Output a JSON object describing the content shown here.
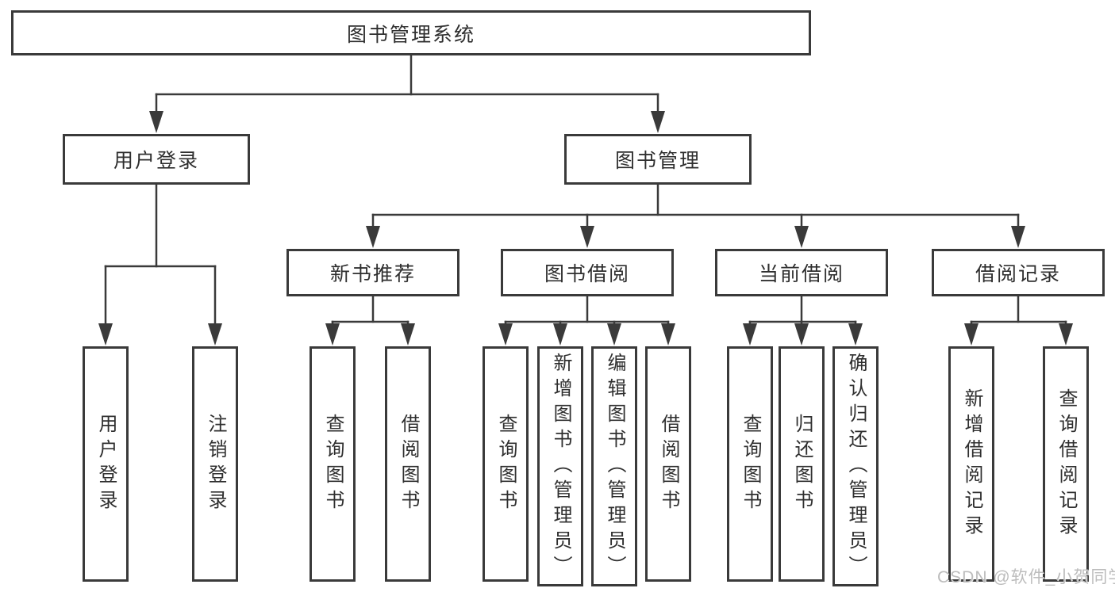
{
  "root": {
    "label": "图书管理系统"
  },
  "branches": {
    "user_login": {
      "label": "用户登录",
      "children": {
        "login": {
          "label": "用户登录"
        },
        "logout": {
          "label": "注销登录"
        }
      }
    },
    "book_management": {
      "label": "图书管理",
      "sections": {
        "new_book_recommend": {
          "label": "新书推荐",
          "children": {
            "query_books": {
              "label": "查询图书"
            },
            "borrow_books": {
              "label": "借阅图书"
            }
          }
        },
        "book_borrowing": {
          "label": "图书借阅",
          "children": {
            "query_books": {
              "label": "查询图书"
            },
            "add_books_admin": {
              "label": "新增图书（管理员）"
            },
            "edit_books_admin": {
              "label": "编辑图书（管理员）"
            },
            "borrow_books": {
              "label": "借阅图书"
            }
          }
        },
        "current_borrowing": {
          "label": "当前借阅",
          "children": {
            "query_books": {
              "label": "查询图书"
            },
            "return_books": {
              "label": "归还图书"
            },
            "confirm_return_admin": {
              "label": "确认归还（管理员）"
            }
          }
        },
        "borrowing_records": {
          "label": "借阅记录",
          "children": {
            "add_borrow_record": {
              "label": "新增借阅记录"
            },
            "query_borrow_record": {
              "label": "查询借阅记录"
            }
          }
        }
      }
    }
  },
  "watermark": {
    "text": "CSDN @软件_小贺同学"
  },
  "colors": {
    "line": "#3a3a3a",
    "text": "#2f2f2f",
    "box_fill": "#ffffff",
    "background": "#ffffff",
    "watermark": "#bcbcbc"
  }
}
